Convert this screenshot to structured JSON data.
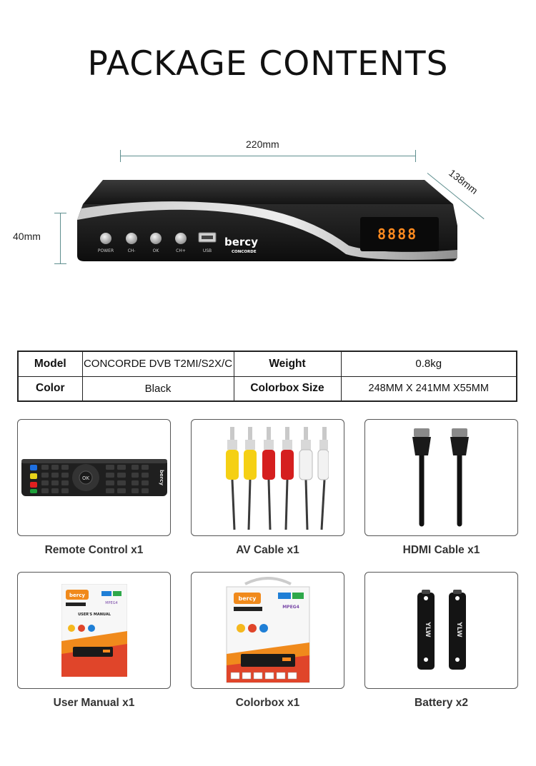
{
  "title": "PACKAGE CONTENTS",
  "dimensions": {
    "width": "220mm",
    "depth": "138mm",
    "height": "40mm"
  },
  "device": {
    "brand": "bercy",
    "sub_brand": "CONCORDE",
    "display": "8888",
    "buttons": [
      "POWER",
      "CH-",
      "OK",
      "CH+"
    ],
    "port": "USB"
  },
  "spec_table": {
    "rows": [
      {
        "k1": "Model",
        "v1": "CONCORDE DVB T2MI/S2X/C",
        "k2": "Weight",
        "v2": "0.8kg"
      },
      {
        "k1": "Color",
        "v1": "Black",
        "k2": "Colorbox Size",
        "v2": "248MM X 241MM X55MM"
      }
    ]
  },
  "items": [
    {
      "caption": "Remote Control x1",
      "icon": "remote-control-icon"
    },
    {
      "caption": "AV Cable x1",
      "icon": "av-cable-icon"
    },
    {
      "caption": "HDMI Cable x1",
      "icon": "hdmi-cable-icon"
    },
    {
      "caption": "User Manual x1",
      "icon": "user-manual-icon"
    },
    {
      "caption": "Colorbox x1",
      "icon": "colorbox-icon"
    },
    {
      "caption": "Battery x2",
      "icon": "battery-icon"
    }
  ],
  "colors": {
    "dimension_line": "#5f8f8f",
    "device_body": "#1a1a1a",
    "display_led": "#ff8a1f",
    "box_orange": "#f08a1c"
  }
}
